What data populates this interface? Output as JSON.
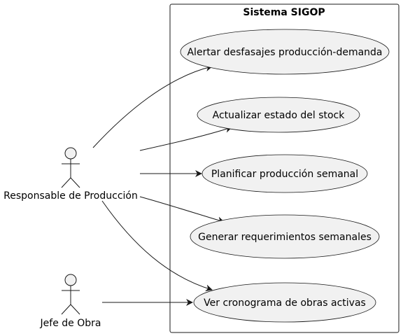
{
  "system": {
    "title": "Sistema SIGOP"
  },
  "actors": [
    {
      "id": "responsable",
      "label": "Responsable de Producción"
    },
    {
      "id": "jefe",
      "label": "Jefe de Obra"
    }
  ],
  "use_cases": [
    {
      "id": "alertar",
      "label": "Alertar desfasajes producción-demanda"
    },
    {
      "id": "actualizar",
      "label": "Actualizar estado del stock"
    },
    {
      "id": "planificar",
      "label": "Planificar producción semanal"
    },
    {
      "id": "generar",
      "label": "Generar requerimientos semanales"
    },
    {
      "id": "ver",
      "label": "Ver cronograma de obras activas"
    }
  ],
  "associations": [
    {
      "from": "responsable",
      "to": "alertar"
    },
    {
      "from": "responsable",
      "to": "actualizar"
    },
    {
      "from": "responsable",
      "to": "planificar"
    },
    {
      "from": "responsable",
      "to": "generar"
    },
    {
      "from": "responsable",
      "to": "ver"
    },
    {
      "from": "jefe",
      "to": "ver"
    }
  ],
  "colors": {
    "use_case_fill": "#f1f1f1",
    "actor_fill": "#f1f1f1",
    "stroke": "#181818",
    "frame_fill": "#ffffff"
  }
}
